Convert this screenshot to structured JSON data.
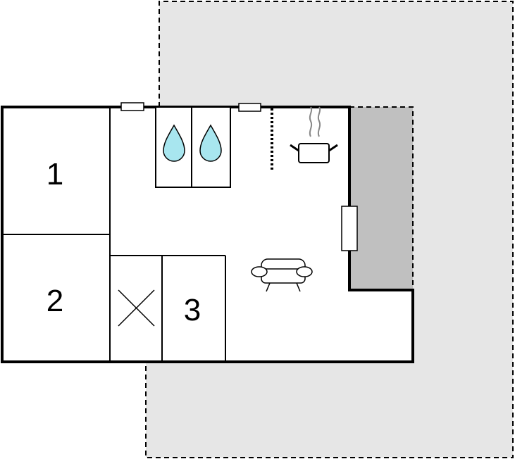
{
  "rooms": [
    {
      "label": "1"
    },
    {
      "label": "2"
    },
    {
      "label": "3"
    }
  ],
  "colors": {
    "wall": "#000000",
    "terrace_light": "#e6e6e6",
    "terrace_dark": "#c0c0c0",
    "water_drop": "#a8e6ef",
    "steam": "#888888",
    "background": "#ffffff"
  },
  "icons": [
    "water-drop-icon",
    "water-drop-icon",
    "cooking-pot-icon",
    "sofa-icon",
    "crossed-box-icon"
  ]
}
